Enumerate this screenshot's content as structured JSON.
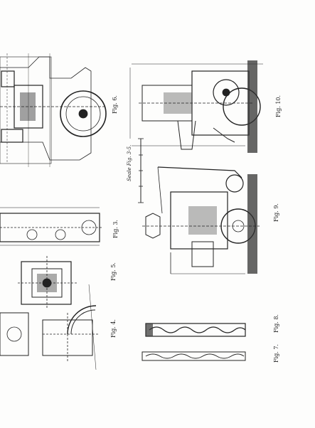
{
  "plate": {
    "figure_labels": {
      "fig6": "Fig. 6.",
      "fig10": "Fig. 10.",
      "fig3": "Fig. 3.",
      "fig9": "Fig. 9.",
      "fig5": "Fig. 5.",
      "fig4": "Fig. 4.",
      "fig8": "Fig. 8.",
      "fig7": "Fig. 7."
    },
    "scale_label": "Seale Fig. 3-5."
  }
}
